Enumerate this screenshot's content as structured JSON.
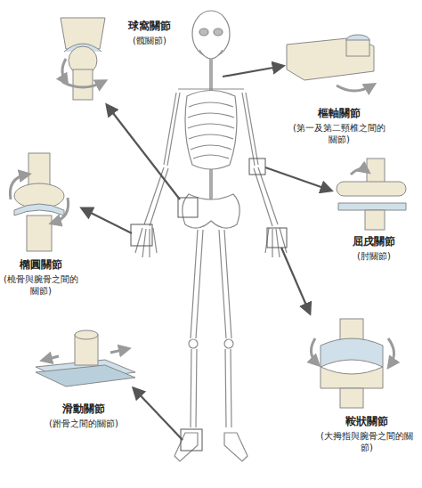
{
  "diagram": {
    "labels": [
      "球窩關節",
      "(髖關節)",
      "樞軸關節",
      "(第一及第二頸椎之間的關節)",
      "屈戌關節",
      "(肘關節)",
      "橢圓關節",
      "(橈骨與腕骨之間的關節)",
      "鞍狀關節",
      "(大拇指與腕骨之間的關節)",
      "滑動關節",
      "(跗骨之間的關節)"
    ]
  }
}
